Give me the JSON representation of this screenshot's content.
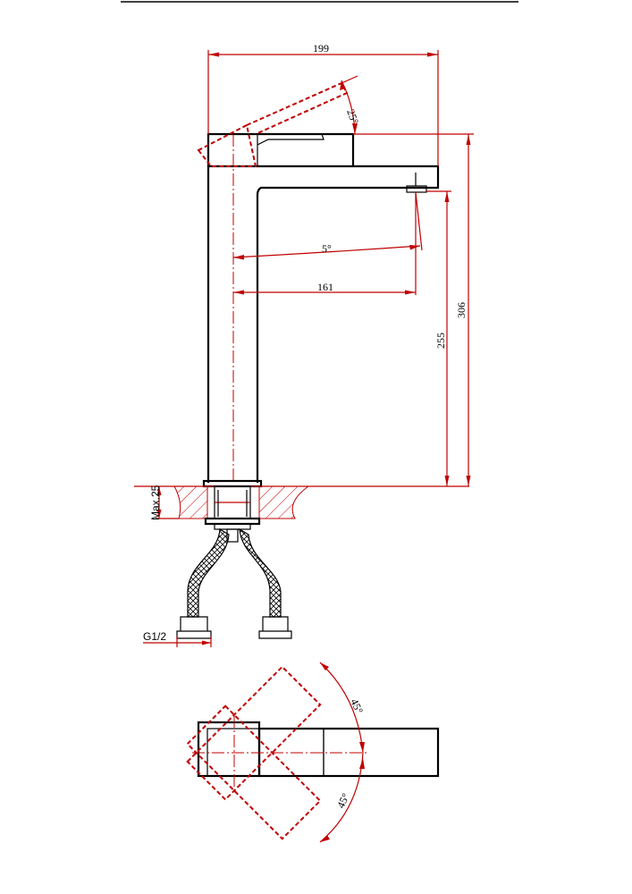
{
  "dimensions": {
    "overall_length": "199",
    "lever_angle": "25°",
    "spout_angle": "5°",
    "spout_reach": "161",
    "height_to_spout": "255",
    "overall_height": "306",
    "max_counter": "Max.25",
    "thread": "G1/2",
    "rotation_upper": "45°",
    "rotation_lower": "45°"
  },
  "colors": {
    "outline": "#000000",
    "dimension": "#c00000"
  }
}
